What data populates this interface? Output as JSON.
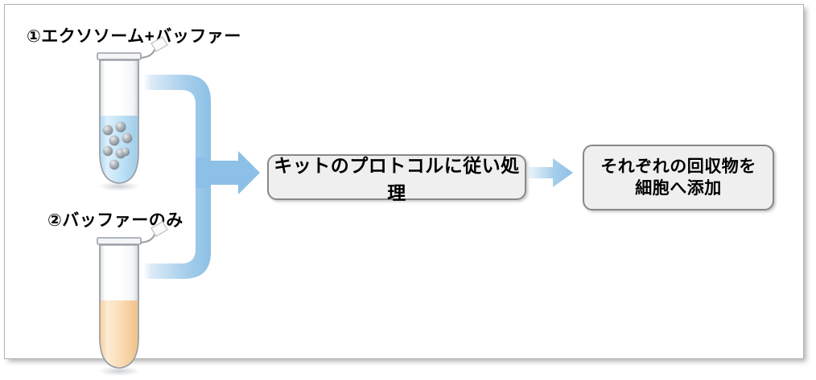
{
  "figure": {
    "title_present": false,
    "background_color": "#ffffff",
    "border_color": "#b3b3b3"
  },
  "labels": {
    "tube1": "①エクソソーム+バッファー",
    "tube2": "②バッファーのみ"
  },
  "tubes": [
    {
      "id": "tube-exosome-buffer",
      "name": "tube-exosome-buffer",
      "liquid_color": "#b9ddf2",
      "liquid_label": "exosome suspension",
      "particle_count": 8,
      "particle_color": "#9aa0a6",
      "cap_state": "open"
    },
    {
      "id": "tube-buffer-only",
      "name": "tube-buffer-only",
      "liquid_color": "#f8d9ad",
      "liquid_label": "buffer",
      "particle_count": 0,
      "particle_color": "",
      "cap_state": "open"
    }
  ],
  "boxes": {
    "process": "キットのプロトコルに従い処理",
    "add_to_cells": "それぞれの回収物を\n細胞へ添加"
  },
  "arrows": {
    "merge_arrow_color": "#8cc0e6",
    "merge_arrow_fade_color": "#ffffff",
    "small_arrow_color": "#8cc0e6",
    "small_arrow_fade_color": "#e8f3fb"
  },
  "colors": {
    "box_fill": "#efefef",
    "box_border": "#888888",
    "text": "#000000",
    "accent_blue": "#8cc0e6"
  }
}
